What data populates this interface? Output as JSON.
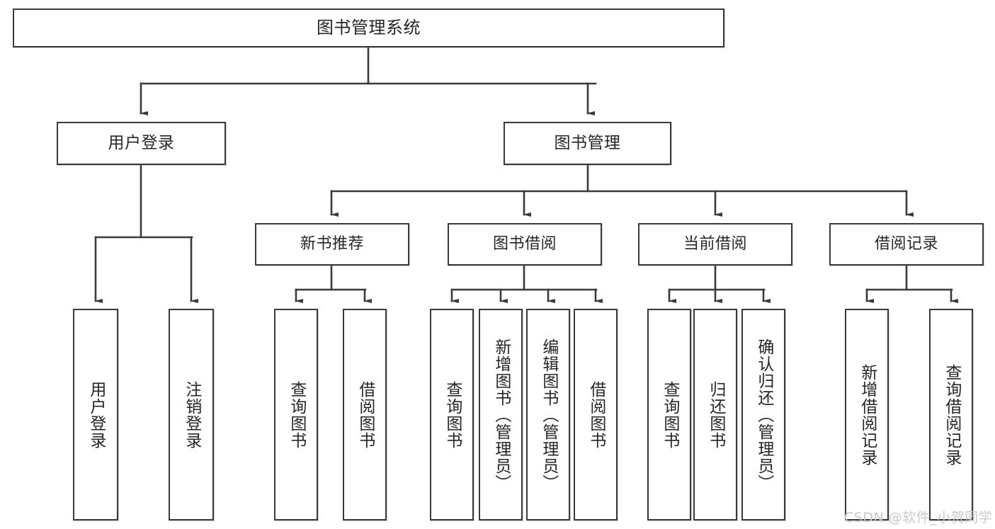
{
  "diagram": {
    "type": "tree",
    "title": "图书管理系统",
    "root": {
      "id": "root",
      "label": "图书管理系统"
    },
    "level1": [
      {
        "id": "user-login",
        "label": "用户登录"
      },
      {
        "id": "book-manage",
        "label": "图书管理"
      }
    ],
    "level2": [
      {
        "id": "new-book-recommend",
        "label": "新书推荐",
        "parent": "book-manage"
      },
      {
        "id": "book-borrow",
        "label": "图书借阅",
        "parent": "book-manage"
      },
      {
        "id": "current-borrow",
        "label": "当前借阅",
        "parent": "book-manage"
      },
      {
        "id": "borrow-record",
        "label": "借阅记录",
        "parent": "book-manage"
      }
    ],
    "leaves": [
      {
        "id": "leaf-user-login",
        "label": "用户登录",
        "parent": "user-login"
      },
      {
        "id": "leaf-user-logout",
        "label": "注销登录",
        "parent": "user-login"
      },
      {
        "id": "leaf-query-book-rec",
        "label": "查询图书",
        "parent": "new-book-recommend"
      },
      {
        "id": "leaf-borrow-book-rec",
        "label": "借阅图书",
        "parent": "new-book-recommend"
      },
      {
        "id": "leaf-query-book-borrow",
        "label": "查询图书",
        "parent": "book-borrow"
      },
      {
        "id": "leaf-add-book",
        "label": "新增图书（管理员）",
        "parent": "book-borrow"
      },
      {
        "id": "leaf-edit-book",
        "label": "编辑图书（管理员）",
        "parent": "book-borrow"
      },
      {
        "id": "leaf-borrow-book",
        "label": "借阅图书",
        "parent": "book-borrow"
      },
      {
        "id": "leaf-query-book-current",
        "label": "查询图书",
        "parent": "current-borrow"
      },
      {
        "id": "leaf-return-book",
        "label": "归还图书",
        "parent": "current-borrow"
      },
      {
        "id": "leaf-confirm-return",
        "label": "确认归还（管理员）",
        "parent": "current-borrow"
      },
      {
        "id": "leaf-add-record",
        "label": "新增借阅记录",
        "parent": "borrow-record"
      },
      {
        "id": "leaf-query-record",
        "label": "查询借阅记录",
        "parent": "borrow-record"
      }
    ]
  },
  "watermark": {
    "text": "CSDN @软件_小贺同学"
  },
  "colors": {
    "stroke": "#3a3a3a",
    "text": "#262626",
    "background": "#ffffff",
    "watermark": "#c9c9c9"
  }
}
